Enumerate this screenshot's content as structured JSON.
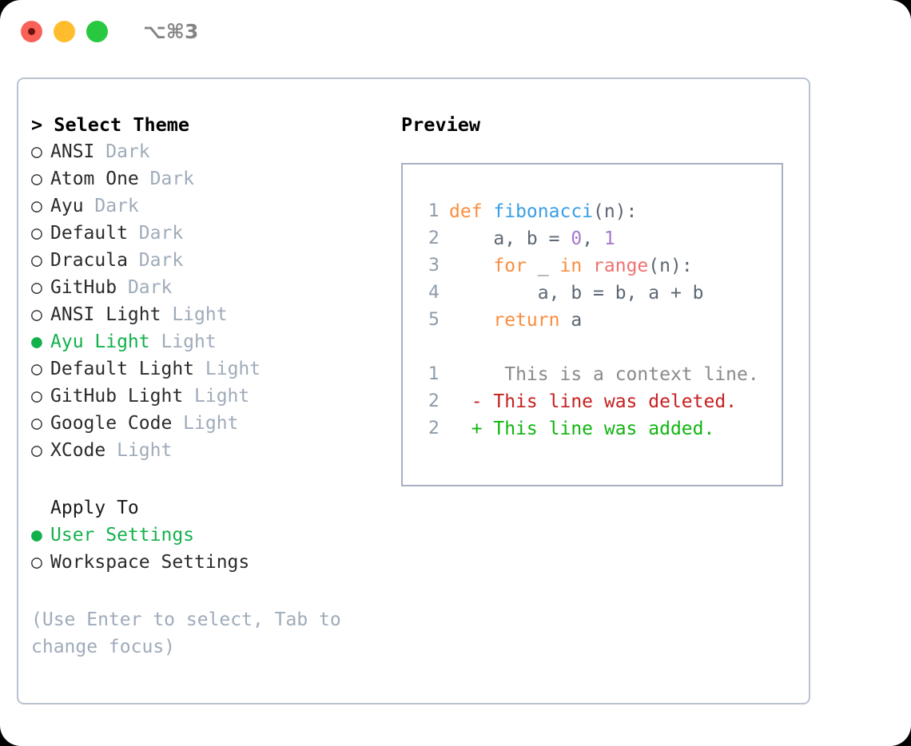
{
  "titlebar": {
    "shortcut": "⌥⌘3",
    "buttons": [
      {
        "name": "close",
        "color": "#fa6259",
        "inner": "#6b1410"
      },
      {
        "name": "minimize",
        "color": "#ffbd2e",
        "inner": ""
      },
      {
        "name": "maximize",
        "color": "#28c840",
        "inner": ""
      }
    ]
  },
  "theme_section": {
    "heading": "> Select Theme",
    "items": [
      {
        "marker": "○",
        "name": "ANSI",
        "variant": "Dark",
        "selected": false
      },
      {
        "marker": "○",
        "name": "Atom One",
        "variant": "Dark",
        "selected": false
      },
      {
        "marker": "○",
        "name": "Ayu",
        "variant": "Dark",
        "selected": false
      },
      {
        "marker": "○",
        "name": "Default",
        "variant": "Dark",
        "selected": false
      },
      {
        "marker": "○",
        "name": "Dracula",
        "variant": "Dark",
        "selected": false
      },
      {
        "marker": "○",
        "name": "GitHub",
        "variant": "Dark",
        "selected": false
      },
      {
        "marker": "○",
        "name": "ANSI Light",
        "variant": "Light",
        "selected": false
      },
      {
        "marker": "●",
        "name": "Ayu Light",
        "variant": "Light",
        "selected": true
      },
      {
        "marker": "○",
        "name": "Default Light",
        "variant": "Light",
        "selected": false
      },
      {
        "marker": "○",
        "name": "GitHub Light",
        "variant": "Light",
        "selected": false
      },
      {
        "marker": "○",
        "name": "Google Code",
        "variant": "Light",
        "selected": false
      },
      {
        "marker": "○",
        "name": "XCode",
        "variant": "Light",
        "selected": false
      }
    ]
  },
  "apply_section": {
    "heading": "Apply To",
    "items": [
      {
        "marker": "●",
        "label": "User Settings",
        "selected": true
      },
      {
        "marker": "○",
        "label": "Workspace Settings",
        "selected": false
      }
    ]
  },
  "hint": "(Use Enter to select, Tab to change focus)",
  "preview": {
    "title": "Preview",
    "code_lines": [
      {
        "number": "1",
        "tokens": [
          {
            "t": "def ",
            "c": "kw"
          },
          {
            "t": "fibonacci",
            "c": "fn"
          },
          {
            "t": "(n):",
            "c": "punct"
          }
        ]
      },
      {
        "number": "2",
        "tokens": [
          {
            "t": "    a, b = ",
            "c": "plain"
          },
          {
            "t": "0",
            "c": "num"
          },
          {
            "t": ", ",
            "c": "plain"
          },
          {
            "t": "1",
            "c": "num"
          }
        ]
      },
      {
        "number": "3",
        "tokens": [
          {
            "t": "    ",
            "c": "plain"
          },
          {
            "t": "for",
            "c": "kw"
          },
          {
            "t": " _ ",
            "c": "plain"
          },
          {
            "t": "in",
            "c": "kw"
          },
          {
            "t": " ",
            "c": "plain"
          },
          {
            "t": "range",
            "c": "builtin"
          },
          {
            "t": "(n):",
            "c": "punct"
          }
        ]
      },
      {
        "number": "4",
        "tokens": [
          {
            "t": "        a, b = b, a + b",
            "c": "plain"
          }
        ]
      },
      {
        "number": "5",
        "tokens": [
          {
            "t": "    ",
            "c": "plain"
          },
          {
            "t": "return",
            "c": "kw"
          },
          {
            "t": " a",
            "c": "plain"
          }
        ]
      }
    ],
    "diff_lines": [
      {
        "number": "1",
        "sign": " ",
        "text": "  This is a context line.",
        "kind": "ctx"
      },
      {
        "number": "2",
        "sign": "-",
        "text": " This line was deleted.",
        "kind": "del"
      },
      {
        "number": "2",
        "sign": "+",
        "text": " This line was added.",
        "kind": "add"
      }
    ]
  },
  "colors": {
    "selected_green": "#13b14c",
    "muted": "#9fabba",
    "border": "#b9c2cf",
    "preview_border": "#a6b0c0",
    "keyword": "#fa8d3e",
    "function": "#399ee6",
    "number": "#a37acc",
    "builtin": "#f07171",
    "diff_delete": "#c62020",
    "diff_add": "#10b510",
    "diff_context": "#8a8a8a"
  }
}
